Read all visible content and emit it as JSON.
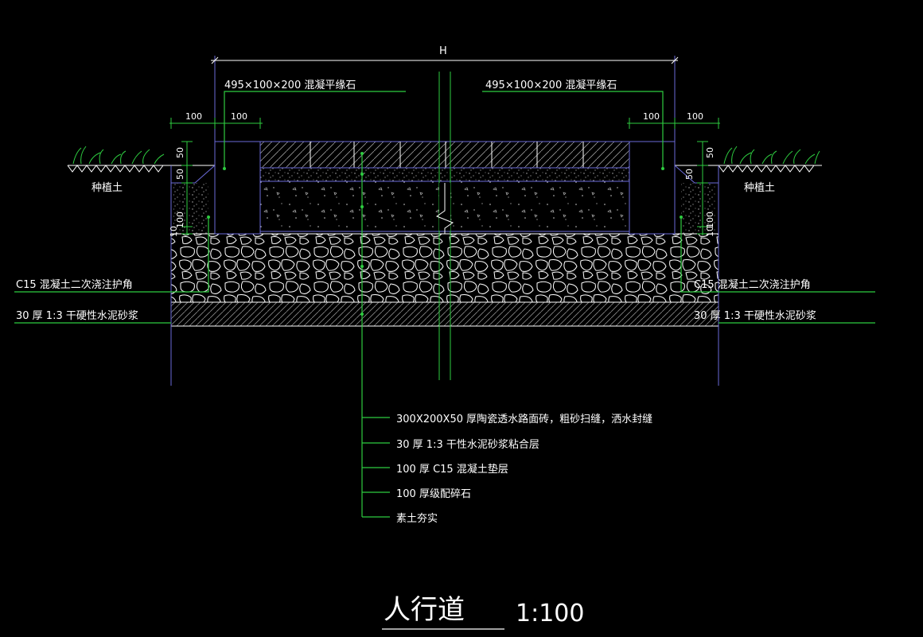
{
  "dimension_H": "H",
  "curb_label_left": "495×100×200  混凝平缘石",
  "curb_label_right": "495×100×200  混凝平缘石",
  "dim_100": "100",
  "dim_50": "50",
  "dim_10": "10",
  "soil_label": "种植土",
  "left_callouts": [
    "C15 混凝土二次浇注护角",
    "30 厚  1:3   干硬性水泥砂浆"
  ],
  "right_callouts": [
    "C15 混凝土二次浇注护角",
    "30 厚  1:3   干硬性水泥砂浆"
  ],
  "layer_callouts": [
    "300X200X50 厚陶瓷透水路面砖，粗砂扫缝，洒水封缝",
    "30 厚  1:3   干性水泥砂浆粘合层",
    "100  厚  C15  混凝土垫层",
    "100  厚级配碎石",
    "素土夯实"
  ],
  "title": "人行道",
  "scale": "1:100",
  "colors": {
    "background": "#000000",
    "leader": "#2ecc40",
    "text": "#ffffff",
    "outline": "#6a6ad8"
  }
}
